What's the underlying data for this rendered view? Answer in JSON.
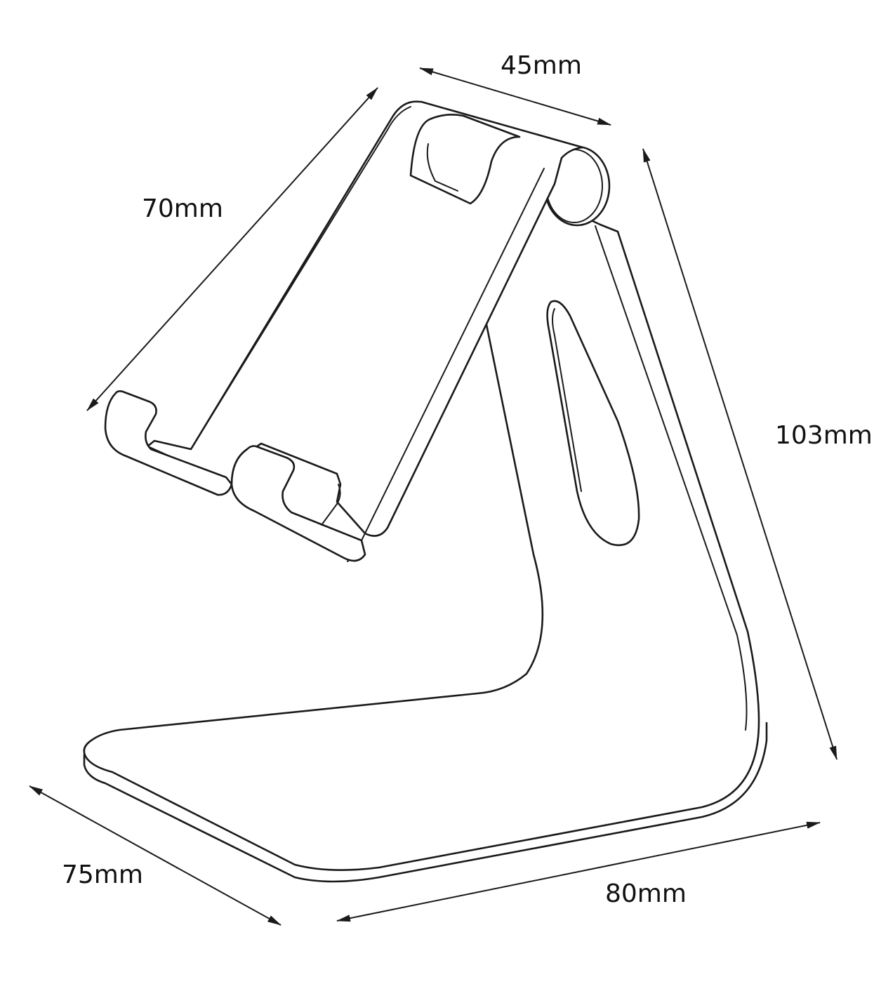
{
  "dimensions": {
    "width_top": "45mm",
    "plate_length": "70mm",
    "height": "103mm",
    "base_depth": "75mm",
    "base_width": "80mm"
  },
  "colors": {
    "line": "#1a1a1a",
    "background": "#ffffff"
  }
}
